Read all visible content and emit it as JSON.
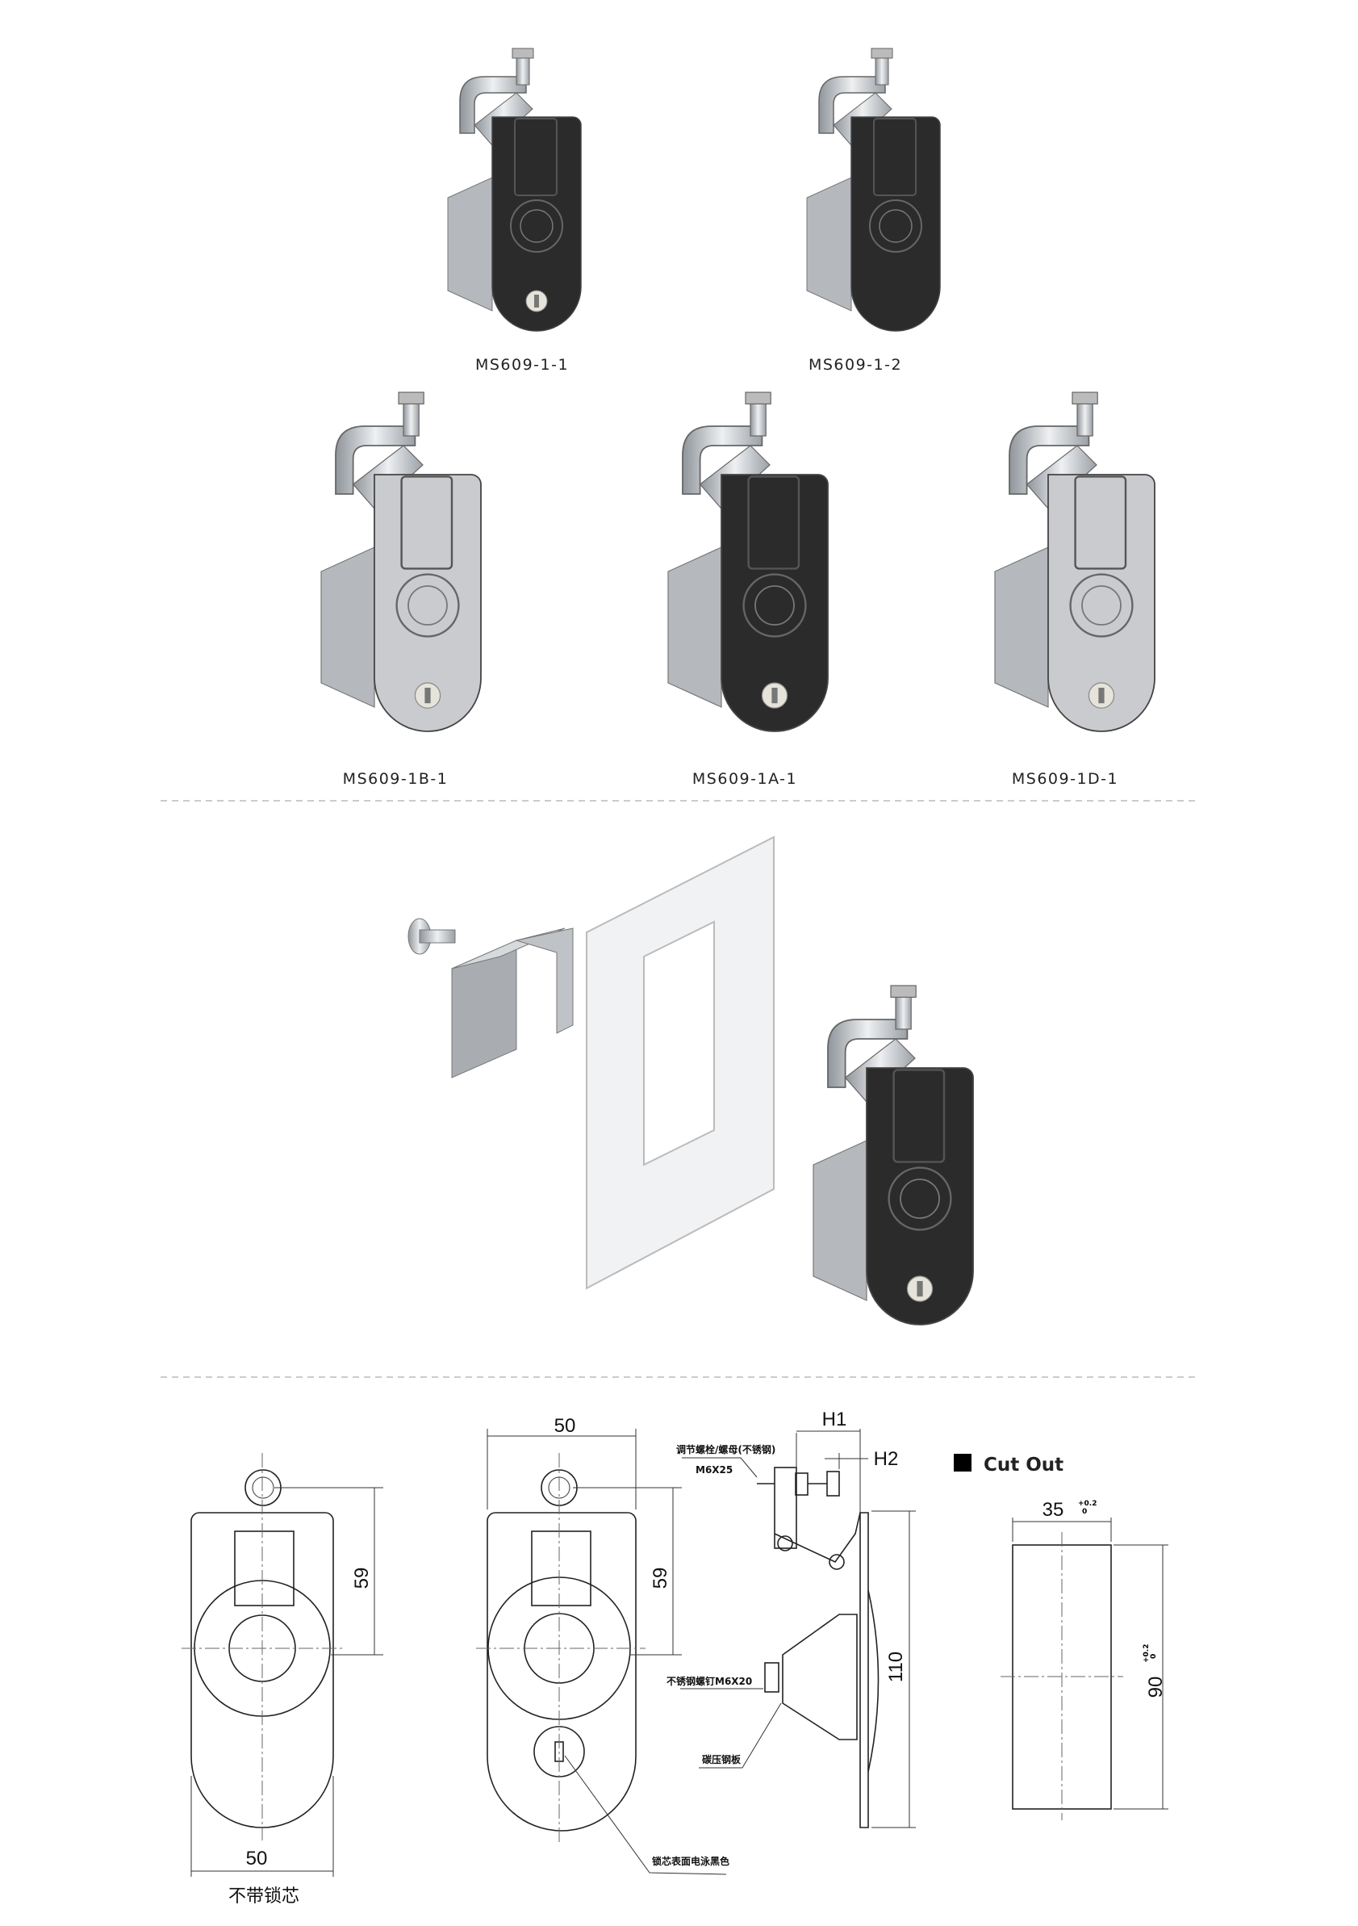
{
  "products": [
    {
      "model": "MS609-1-1",
      "finish_color": "#2b2b2b",
      "key": true
    },
    {
      "model": "MS609-1-2",
      "finish_color": "#2b2b2b",
      "key": false
    },
    {
      "model": "MS609-1B-1",
      "finish_color": "#c9cbce",
      "key": true
    },
    {
      "model": "MS609-1A-1",
      "finish_color": "#2b2b2b",
      "key": true
    },
    {
      "model": "MS609-1D-1",
      "finish_color": "#c9cbce",
      "key": true
    }
  ],
  "drawing": {
    "front_no_core": {
      "width": "50",
      "height": "59",
      "caption": "不带锁芯"
    },
    "front_with_core": {
      "width": "50",
      "height": "59",
      "core_note": "锁芯表面电泳黑色"
    },
    "side": {
      "h1": "H1",
      "h2": "H2",
      "height": "110",
      "bolt_note": "调节螺栓/螺母(不锈钢)",
      "bolt_size": "M6X25",
      "screw_note": "不锈钢螺钉M6X20",
      "plate_note": "碳压钢板"
    },
    "cutout": {
      "title": "Cut Out",
      "width": "35",
      "height": "90",
      "tol_upper": "+0.2",
      "tol_lower": "0"
    }
  }
}
